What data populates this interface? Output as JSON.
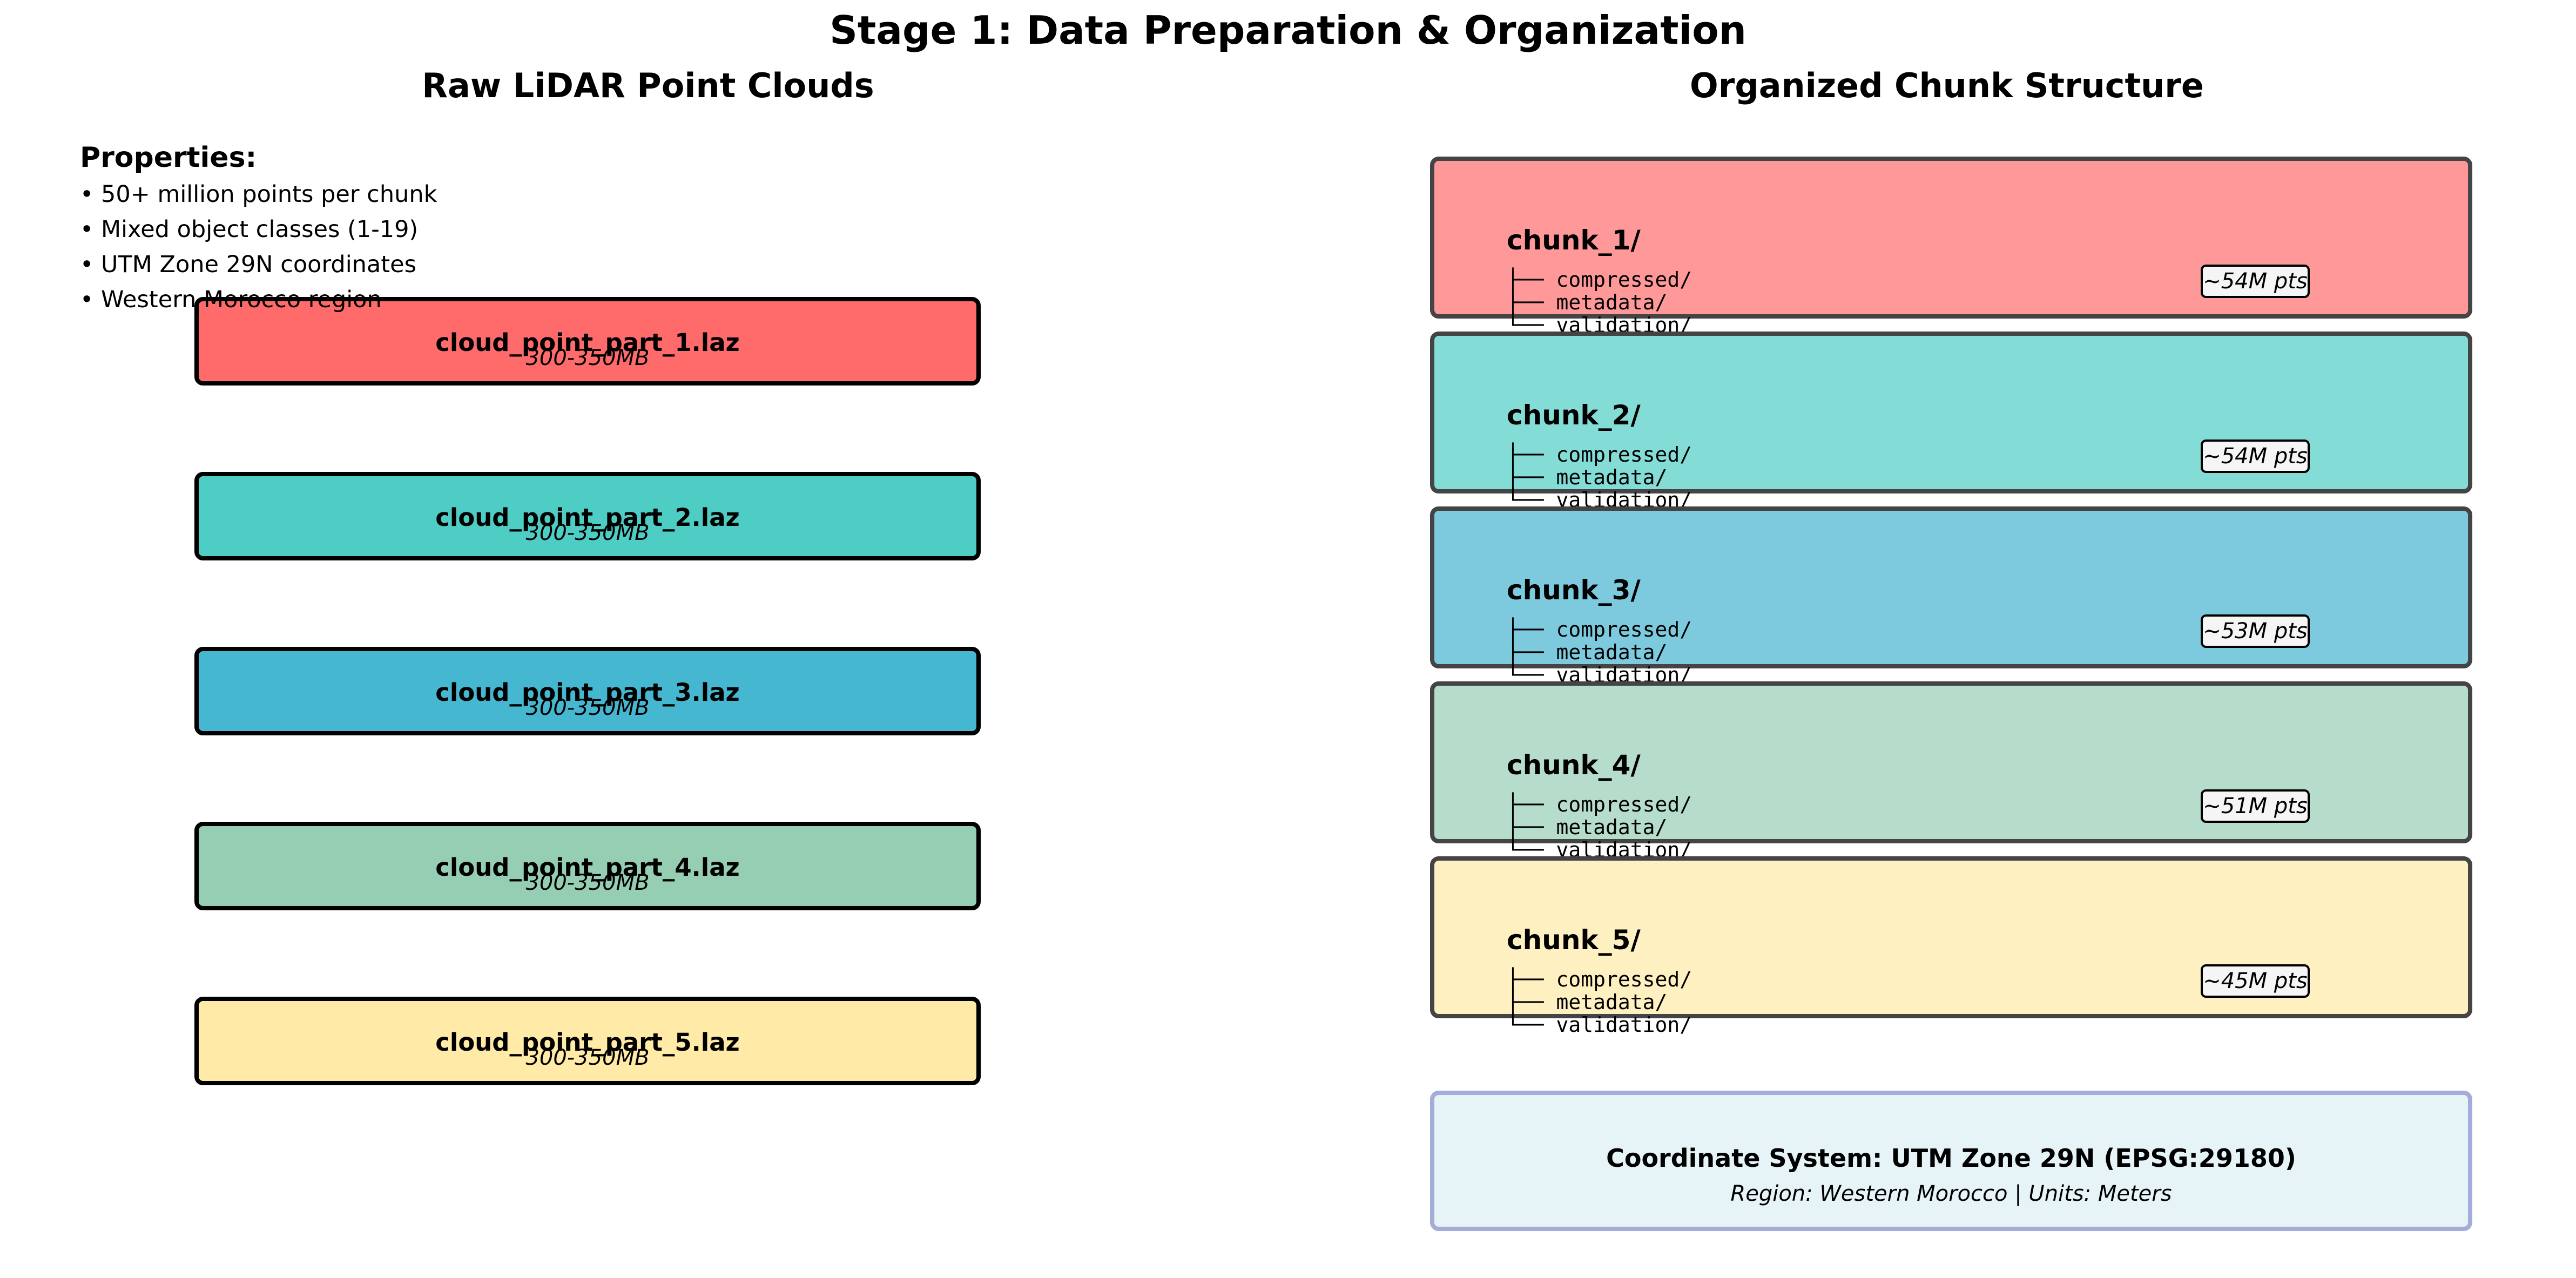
{
  "title": "Stage 1: Data Preparation & Organization",
  "left_panel": {
    "title": "Raw LiDAR Point Clouds",
    "properties_heading": "Properties:",
    "properties": [
      "• 50+ million points per chunk",
      "• Mixed object classes (1-19)",
      "• UTM Zone 29N coordinates",
      "• Western Morocco region"
    ],
    "files": [
      {
        "name": "cloud_point_part_1.laz",
        "size": "300-350MB",
        "color": "#ff6b6b"
      },
      {
        "name": "cloud_point_part_2.laz",
        "size": "300-350MB",
        "color": "#4ecdc4"
      },
      {
        "name": "cloud_point_part_3.laz",
        "size": "300-350MB",
        "color": "#45b7d1"
      },
      {
        "name": "cloud_point_part_4.laz",
        "size": "300-350MB",
        "color": "#96ceb4"
      },
      {
        "name": "cloud_point_part_5.laz",
        "size": "300-350MB",
        "color": "#ffeaa7"
      }
    ]
  },
  "right_panel": {
    "title": "Organized Chunk Structure",
    "chunks": [
      {
        "name": "chunk_1/",
        "lines": [
          "├── compressed/",
          "├── metadata/",
          "└── validation/"
        ],
        "points": "~54M pts",
        "color": "#ff9999"
      },
      {
        "name": "chunk_2/",
        "lines": [
          "├── compressed/",
          "├── metadata/",
          "└── validation/"
        ],
        "points": "~54M pts",
        "color": "#83dcd6"
      },
      {
        "name": "chunk_3/",
        "lines": [
          "├── compressed/",
          "├── metadata/",
          "└── validation/"
        ],
        "points": "~53M pts",
        "color": "#7dcadf"
      },
      {
        "name": "chunk_4/",
        "lines": [
          "├── compressed/",
          "├── metadata/",
          "└── validation/"
        ],
        "points": "~51M pts",
        "color": "#b6ddcb"
      },
      {
        "name": "chunk_5/",
        "lines": [
          "├── compressed/",
          "├── metadata/",
          "└── validation/"
        ],
        "points": "~45M pts",
        "color": "#fff0c2"
      }
    ],
    "coordinate_system": {
      "title": "Coordinate System: UTM Zone 29N (EPSG:29180)",
      "subtitle": "Region: Western Morocco | Units: Meters"
    }
  }
}
